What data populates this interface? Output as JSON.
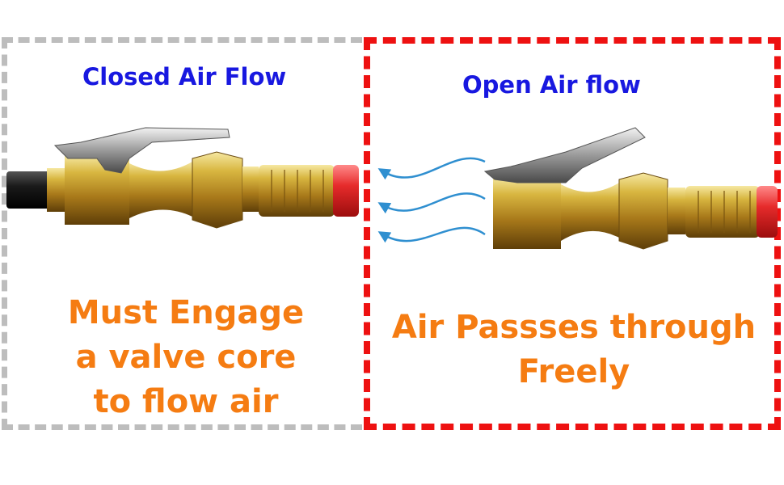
{
  "left_panel": {
    "title": "Closed Air Flow",
    "caption_lines": [
      "Must Engage",
      "a valve core",
      "to flow air"
    ]
  },
  "right_panel": {
    "title": "Open Air flow",
    "caption_lines": [
      "Air Passses through",
      "Freely"
    ]
  },
  "colors": {
    "title_blue": "#1818e0",
    "caption_orange": "#f57c12",
    "dashed_red": "#ee1111",
    "dashed_gray": "#bdbdbd",
    "arrow_blue": "#2f8fd0"
  }
}
